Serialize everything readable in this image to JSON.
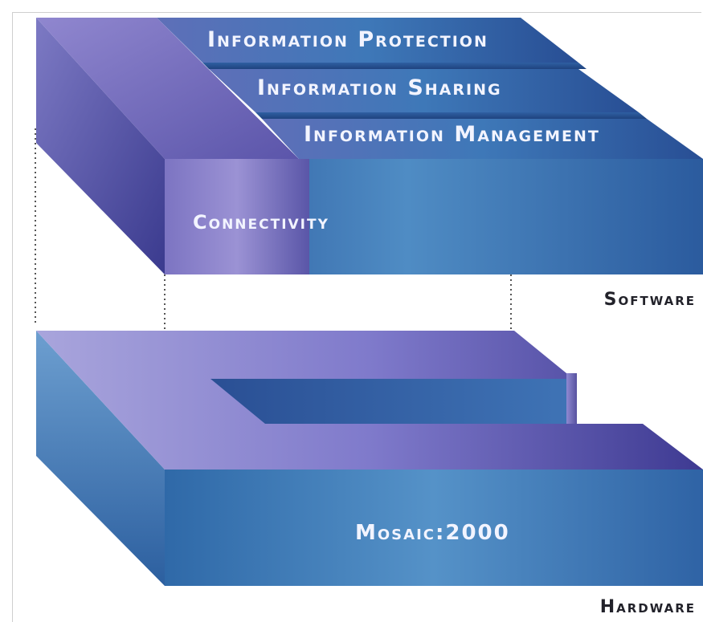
{
  "diagram": {
    "software": {
      "layers": [
        "Information Protection",
        "Information Sharing",
        "Information Management"
      ],
      "connectivity_label": "Connectivity",
      "section_label": "Software"
    },
    "hardware": {
      "base_label": "Mosaic:2000",
      "section_label": "Hardware"
    }
  }
}
